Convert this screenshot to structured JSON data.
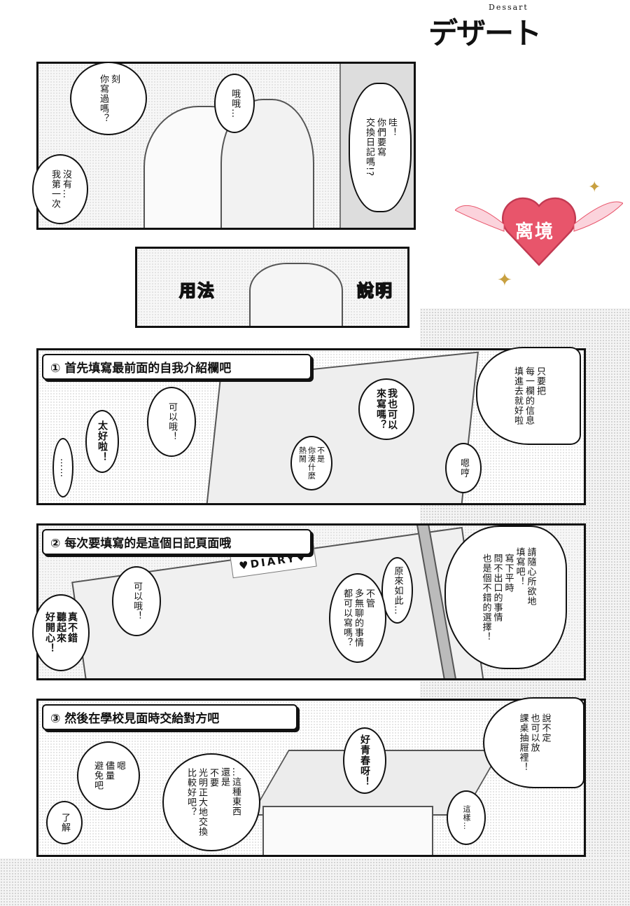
{
  "logo": {
    "small": "Dessart",
    "big": "デザート"
  },
  "watermark": {
    "text": "离境",
    "color": "#e8556b"
  },
  "panel1": {
    "bubbles": [
      "刻\n你寫過嗎？",
      "沒有…\n我第一次",
      "哦哦…",
      "哇！\n你們要寫\n交換日記嗎!?"
    ]
  },
  "panel2": {
    "left": "用法",
    "right": "說明"
  },
  "panel3": {
    "banner": "① 首先填寫最前面的自我介紹欄吧",
    "bubbles": [
      "太好啦！",
      "……",
      "可以哦！",
      "不是\n你湊什麼\n熱鬧",
      "我也可以\n來寫嗎？",
      "嗯哼",
      "只要把\n每一欄的信息\n填進去就好啦"
    ]
  },
  "panel4": {
    "banner": "② 每次要填寫的是這個日記頁面哦",
    "diary_label": "♥DIARY♥",
    "bubbles": [
      "可以哦！",
      "真不錯\n聽起來\n好開心！",
      "原來如此…",
      "不管\n多無聊的事情\n都可以寫嗎？",
      "請隨心所欲地\n填寫吧！",
      "寫下平時\n問不出口的事情\n也是個不錯的選擇！"
    ]
  },
  "panel5": {
    "banner": "③ 然後在學校見面時交給對方吧",
    "bubbles": [
      "好青春呀！",
      "說不定\n也可以放\n課桌抽屜裡！",
      "嗯\n儘量\n避免吧",
      "了解",
      "…這種東西\n還是",
      "不要\n光明正大地交換\n比較好吧？",
      "這樣…"
    ]
  }
}
